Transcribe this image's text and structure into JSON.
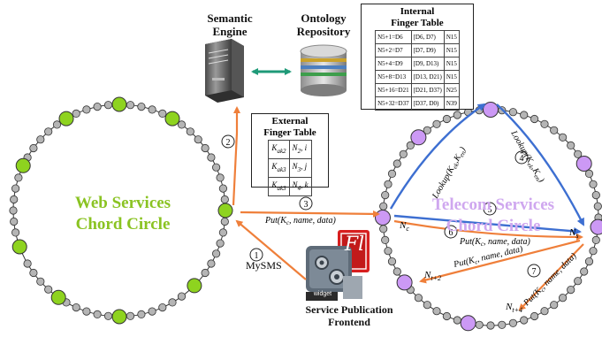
{
  "semantic_engine": {
    "line1": "Semantic",
    "line2": "Engine"
  },
  "ontology_repository": {
    "line1": "Ontology",
    "line2": "Repository"
  },
  "internal_finger_table": {
    "title1": "Internal",
    "title2": "Finger Table",
    "rows": [
      [
        "N5+1=D6",
        "[D6, D7)",
        "N15"
      ],
      [
        "N5+2=D7",
        "[D7, D9)",
        "N15"
      ],
      [
        "N5+4=D9",
        "[D9, D13)",
        "N15"
      ],
      [
        "N5+8=D13",
        "[D13, D21)",
        "N15"
      ],
      [
        "N5+16=D21",
        "[D21, D37)",
        "N25"
      ],
      [
        "N5+32=D37",
        "[D37, D0)",
        "N39"
      ]
    ]
  },
  "external_finger_table": {
    "title1": "External",
    "title2": "Finger Table",
    "rows": [
      [
        "K_ak2",
        "N_2, i"
      ],
      [
        "K_ak3",
        "N_3, j"
      ],
      [
        "K_ak3",
        "N_4, k"
      ]
    ]
  },
  "web_circle": {
    "line1": "Web Services",
    "line2": "Chord Circle"
  },
  "telecom_circle": {
    "line1": "Telecom Services",
    "line2": "Chord Circle"
  },
  "steps": {
    "s1": "1",
    "s2": "2",
    "s3": "3",
    "s4": "4",
    "s5": "5",
    "s6": "6",
    "s7": "7"
  },
  "arrow_labels": {
    "put_main": "Put(K_c, name, data)",
    "put_6": "Put(K_c, name, data)",
    "put_n2": "Put(K_c, name, data)",
    "put_7": "Put(K_c, name, data)",
    "lookup_left": "Lookup(K_ek, K_en)",
    "lookup_right": "Lookup(K_ek, K_en)",
    "mysms": "MySMS"
  },
  "node_labels": {
    "nc": "N_c",
    "ns": "N_s",
    "nt2": "N_t+2",
    "nt4": "N_t+4"
  },
  "frontend": {
    "line1": "Service Publication",
    "line2": "Frontend",
    "widget_caption": "widget",
    "flash_glyph": "Fl"
  },
  "colors": {
    "green_node": "#8ed31f",
    "purple_node": "#cc99f5",
    "orange_arrow": "#ef7f3a",
    "blue_arrow": "#3d6fd1",
    "teal_arrow": "#1f9a78",
    "web_label": "#8ac322",
    "telecom_label": "#cfa7ef"
  }
}
